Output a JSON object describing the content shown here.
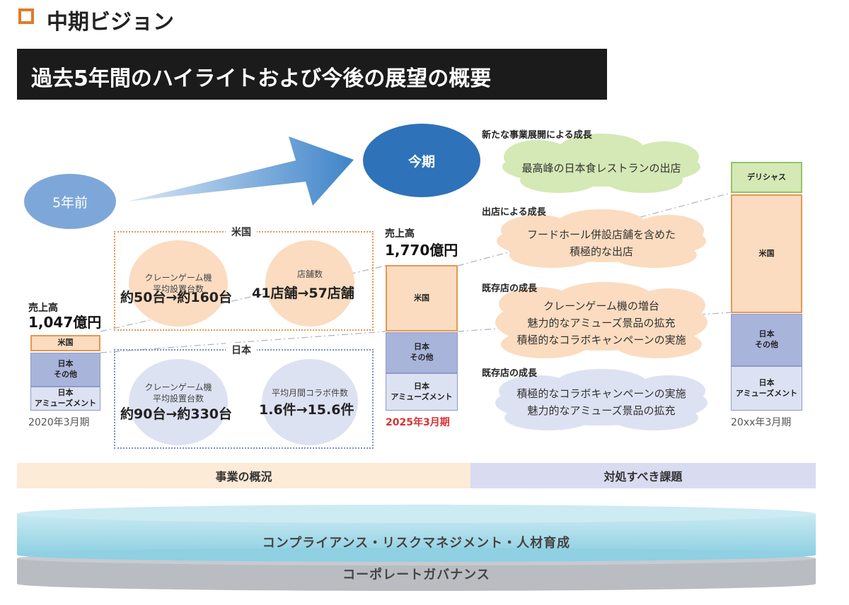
{
  "header": {
    "title": "中期ビジョン",
    "banner": "過去5年間のハイライトおよび今後の展望の概要"
  },
  "timeline": {
    "past": "5年前",
    "now": "今期"
  },
  "left_bar": {
    "sales_label": "売上高",
    "sales_value": "1,047億円",
    "us": "米国",
    "japan_other": "日本\nその他",
    "japan_amusement": "日本\nアミューズメント",
    "period": "2020年3月期"
  },
  "mid_bar": {
    "sales_label": "売上高",
    "sales_value": "1,770億円",
    "us": "米国",
    "japan_other": "日本\nその他",
    "japan_amusement": "日本\nアミューズメント",
    "period": "2025年3月期"
  },
  "right_bar": {
    "delicious": "デリシャス",
    "us": "米国",
    "japan_other": "日本\nその他",
    "japan_amusement": "日本\nアミューズメント",
    "period": "20xx年3月期"
  },
  "us_panel": {
    "label": "米国",
    "crane_title": "クレーンゲーム機\n平均設置台数",
    "crane_value": "約50台→約160台",
    "stores_title": "店舗数",
    "stores_value": "41店舗→57店舗"
  },
  "japan_panel": {
    "label": "日本",
    "crane_title": "クレーンゲーム機\n平均設置台数",
    "crane_value": "約90台→約330台",
    "collab_title": "平均月間コラボ件数",
    "collab_value": "1.6件→15.6件"
  },
  "growth": [
    {
      "heading": "新たな事業展開による成長",
      "lines": [
        "最高峰の日本食レストランの出店"
      ]
    },
    {
      "heading": "出店による成長",
      "lines": [
        "フードホール併設店舗を含めた",
        "積極的な出店"
      ]
    },
    {
      "heading": "既存店の成長",
      "lines": [
        "クレーンゲーム機の増台",
        "魅力的なアミューズ景品の拡充",
        "積極的なコラボキャンペーンの実施"
      ]
    },
    {
      "heading": "既存店の成長",
      "lines": [
        "積極的なコラボキャンペーンの実施",
        "魅力的なアミューズ景品の拡充"
      ]
    }
  ],
  "bands": {
    "left": "事業の概況",
    "right": "対処すべき課題"
  },
  "platforms": {
    "top": "コンプライアンス・リスクマネジメント・人材育成",
    "bottom": "コーポレートガバナンス"
  },
  "colors": {
    "accent_orange": "#e07b28",
    "us_fill": "#fbdcc0",
    "us_border": "#e79653",
    "japan_other": "#a9b4db",
    "japan_amusement": "#dde2f2",
    "delicious": "#d4e9b5",
    "cloud_green": "#d4e9b5",
    "cloud_orange": "#fbdcc0",
    "cloud_blue": "#dde2f2",
    "period_red": "#d63333",
    "platform_top": "#a7dbe8",
    "platform_bottom": "#b9bcc1"
  }
}
